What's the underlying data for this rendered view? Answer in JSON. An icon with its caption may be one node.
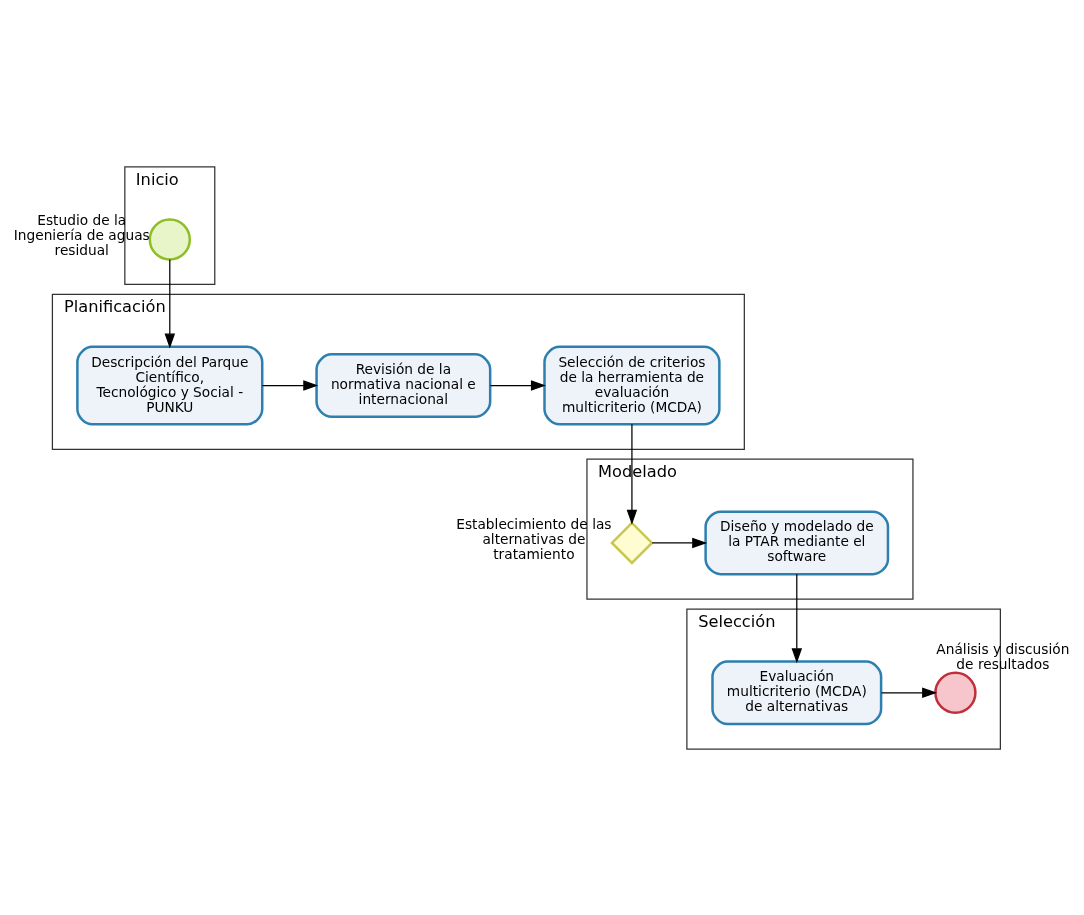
{
  "diagram": {
    "nodes": [
      {
        "text": [
          "Inicio"
        ]
      },
      {
        "text": [],
        "shape": "circle",
        "beside": [
          "Estudio de la Ingeniería de aguas residual"
        ],
        "in": 0
      },
      {
        "text": [
          "Planificación"
        ]
      },
      {
        "text": [
          "Descripción del Parque Científico, Tecnológico y Social - PUNKU"
        ],
        "in": 2
      },
      {
        "text": [
          "Revisión de la normativa nacional e internacional"
        ],
        "in": 2
      },
      {
        "text": [
          "Selección de criterios de la herramienta de evaluación multicriterio (MCDA)"
        ],
        "in": 2
      },
      {
        "text": [
          "Modelado"
        ]
      },
      {
        "text": [
          "Diseño y modelado de la PTAR mediante el software"
        ],
        "in": 6
      },
      {
        "text": [],
        "shape": "diamond",
        "beside": [
          "Establecimiento de las alternativas de tratamiento"
        ],
        "in": 6
      },
      {
        "text": [
          "Selección"
        ]
      },
      {
        "text": [
          "Evaluación multicriterio (MCDA) de alternativas"
        ],
        "in": 9
      },
      {
        "text": [],
        "shape": "circle",
        "beside": [
          "Análisis y discusión de resultados"
        ],
        "in": 9
      }
    ],
    "edges": [
      {
        "from": 1,
        "to": 3,
        "arrow": "to"
      },
      {
        "from": 3,
        "to": 4,
        "arrow": "to"
      },
      {
        "from": 4,
        "to": 5,
        "arrow": "to"
      },
      {
        "from": 5,
        "to": 8,
        "arrow": "to"
      },
      {
        "from": 8,
        "to": 7,
        "arrow": "to"
      },
      {
        "from": 7,
        "to": 10,
        "arrow": "to"
      },
      {
        "from": 10,
        "to": 11,
        "arrow": "to"
      }
    ]
  }
}
